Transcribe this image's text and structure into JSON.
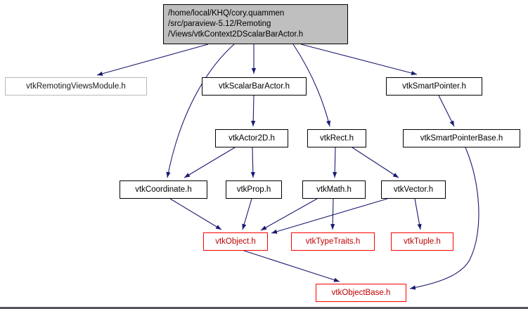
{
  "diagram": {
    "kind": "include-dependency-graph",
    "colors": {
      "edge": "#191970",
      "root_fill": "#bfbfbf",
      "normal_border": "#000000",
      "undocumented_border": "#b8b8b8",
      "truncated_border": "#ff0000"
    },
    "root": {
      "label": "/home/local/KHQ/cory.quammen\n/src/paraview-5.12/Remoting\n/Views/vtkContext2DScalarBarActor.h"
    },
    "nodes": [
      {
        "id": "vtkRemotingViewsModule",
        "label": "vtkRemotingViewsModule.h",
        "style": "undocumented"
      },
      {
        "id": "vtkScalarBarActor",
        "label": "vtkScalarBarActor.h",
        "style": "normal"
      },
      {
        "id": "vtkSmartPointer",
        "label": "vtkSmartPointer.h",
        "style": "normal"
      },
      {
        "id": "vtkActor2D",
        "label": "vtkActor2D.h",
        "style": "normal"
      },
      {
        "id": "vtkRect",
        "label": "vtkRect.h",
        "style": "normal"
      },
      {
        "id": "vtkSmartPointerBase",
        "label": "vtkSmartPointerBase.h",
        "style": "normal"
      },
      {
        "id": "vtkCoordinate",
        "label": "vtkCoordinate.h",
        "style": "normal"
      },
      {
        "id": "vtkProp",
        "label": "vtkProp.h",
        "style": "normal"
      },
      {
        "id": "vtkMath",
        "label": "vtkMath.h",
        "style": "normal"
      },
      {
        "id": "vtkVector",
        "label": "vtkVector.h",
        "style": "normal"
      },
      {
        "id": "vtkObject",
        "label": "vtkObject.h",
        "style": "truncated"
      },
      {
        "id": "vtkTypeTraits",
        "label": "vtkTypeTraits.h",
        "style": "truncated"
      },
      {
        "id": "vtkTuple",
        "label": "vtkTuple.h",
        "style": "truncated"
      },
      {
        "id": "vtkObjectBase",
        "label": "vtkObjectBase.h",
        "style": "truncated"
      }
    ],
    "edges": [
      {
        "from": "vtkContext2DScalarBarActor.h",
        "to": "vtkRemotingViewsModule.h"
      },
      {
        "from": "vtkContext2DScalarBarActor.h",
        "to": "vtkScalarBarActor.h"
      },
      {
        "from": "vtkContext2DScalarBarActor.h",
        "to": "vtkSmartPointer.h"
      },
      {
        "from": "vtkContext2DScalarBarActor.h",
        "to": "vtkCoordinate.h"
      },
      {
        "from": "vtkContext2DScalarBarActor.h",
        "to": "vtkRect.h"
      },
      {
        "from": "vtkScalarBarActor.h",
        "to": "vtkActor2D.h"
      },
      {
        "from": "vtkSmartPointer.h",
        "to": "vtkSmartPointerBase.h"
      },
      {
        "from": "vtkActor2D.h",
        "to": "vtkCoordinate.h"
      },
      {
        "from": "vtkActor2D.h",
        "to": "vtkProp.h"
      },
      {
        "from": "vtkRect.h",
        "to": "vtkMath.h"
      },
      {
        "from": "vtkRect.h",
        "to": "vtkVector.h"
      },
      {
        "from": "vtkCoordinate.h",
        "to": "vtkObject.h"
      },
      {
        "from": "vtkProp.h",
        "to": "vtkObject.h"
      },
      {
        "from": "vtkMath.h",
        "to": "vtkObject.h"
      },
      {
        "from": "vtkMath.h",
        "to": "vtkTypeTraits.h"
      },
      {
        "from": "vtkVector.h",
        "to": "vtkObject.h"
      },
      {
        "from": "vtkVector.h",
        "to": "vtkTuple.h"
      },
      {
        "from": "vtkObject.h",
        "to": "vtkObjectBase.h"
      },
      {
        "from": "vtkSmartPointerBase.h",
        "to": "vtkObjectBase.h"
      }
    ]
  }
}
